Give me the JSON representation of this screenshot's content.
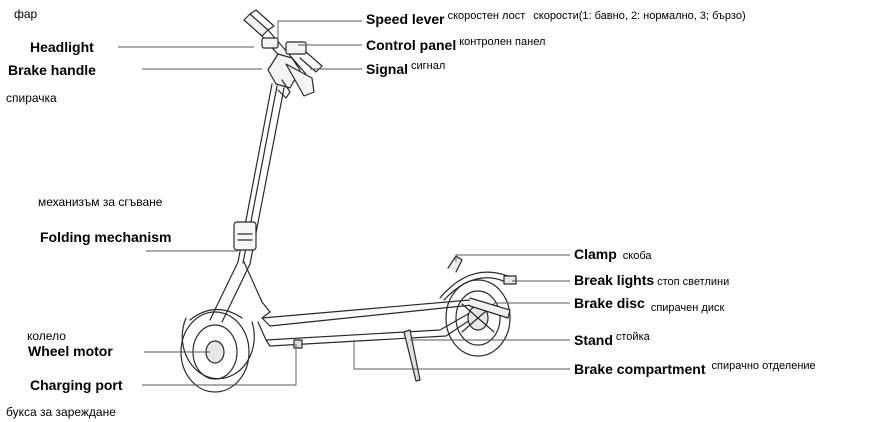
{
  "labels": {
    "far": "фар",
    "headlight": "Headlight",
    "brake_handle": "Brake handle",
    "sprachka": "спирачка",
    "folding_bg": "механизъм за сгъване",
    "folding_en": "Folding mechanism",
    "wheel_bg": "колело",
    "wheel_en": "Wheel motor",
    "charging_en": "Charging port",
    "charging_bg": "букса за зареждане",
    "speed_lever_en": "Speed lever",
    "speed_lever_bg": "скоростен лост",
    "speed_values": "скорости(1: бавно, 2: нормално, 3; бързо)",
    "control_panel_en": "Control panel",
    "control_panel_bg": "контролен панел",
    "signal_en": "Signal",
    "signal_bg": "сигнал",
    "clamp_en": "Clamp",
    "clamp_bg": "скоба",
    "break_lights_en": "Break lights",
    "break_lights_bg": "стоп светлини",
    "brake_disc_en": "Brake disc",
    "brake_disc_bg": "спирачен диск",
    "stand_en": "Stand",
    "stand_bg": "стойка",
    "brake_compartment_en": "Brake compartment",
    "brake_compartment_bg": "спирачно отделение"
  }
}
